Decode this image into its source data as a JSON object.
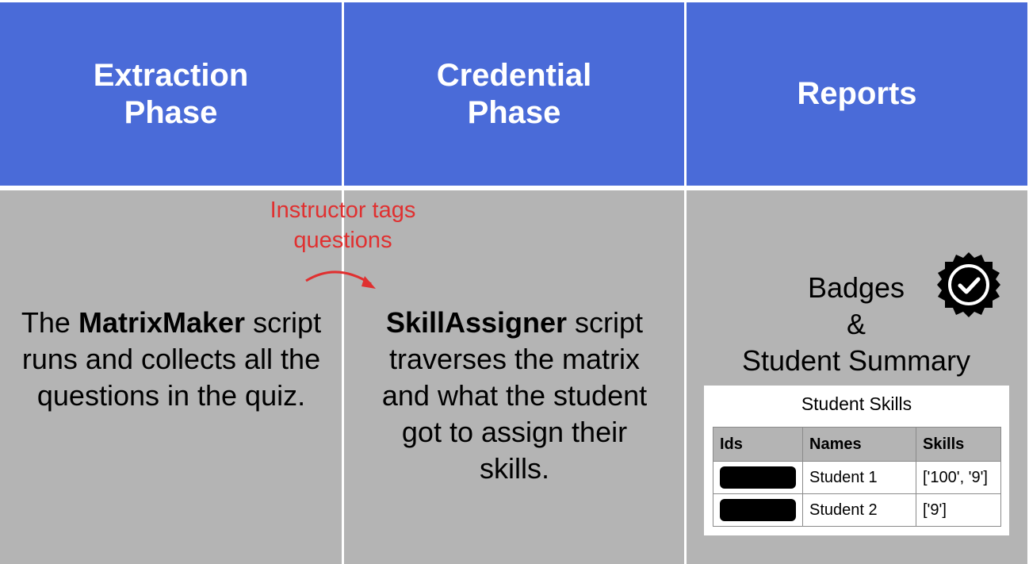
{
  "columns": [
    {
      "header": "Extraction\nPhase",
      "body_pre": "The ",
      "body_bold": "MatrixMaker",
      "body_post": " script runs and collects all the questions in the quiz."
    },
    {
      "header": "Credential\nPhase",
      "body_pre": "",
      "body_bold": "SkillAssigner",
      "body_post": " script traverses the matrix and what the student got to assign their skills."
    },
    {
      "header": "Reports"
    }
  ],
  "annotation": {
    "label": "Instructor tags questions",
    "color": "#e03030"
  },
  "reports": {
    "line1": "Badges",
    "line2": "&",
    "line3": "Student Summary",
    "badge_icon": "check-badge-icon",
    "table": {
      "title": "Student Skills",
      "headers": [
        "Ids",
        "Names",
        "Skills"
      ],
      "rows": [
        {
          "name": "Student 1",
          "skills": "['100', '9']"
        },
        {
          "name": "Student 2",
          "skills": "['9']"
        }
      ]
    }
  },
  "colors": {
    "header_bg": "#4a6bd8",
    "body_bg": "#b4b4b4",
    "accent_red": "#e03030"
  }
}
